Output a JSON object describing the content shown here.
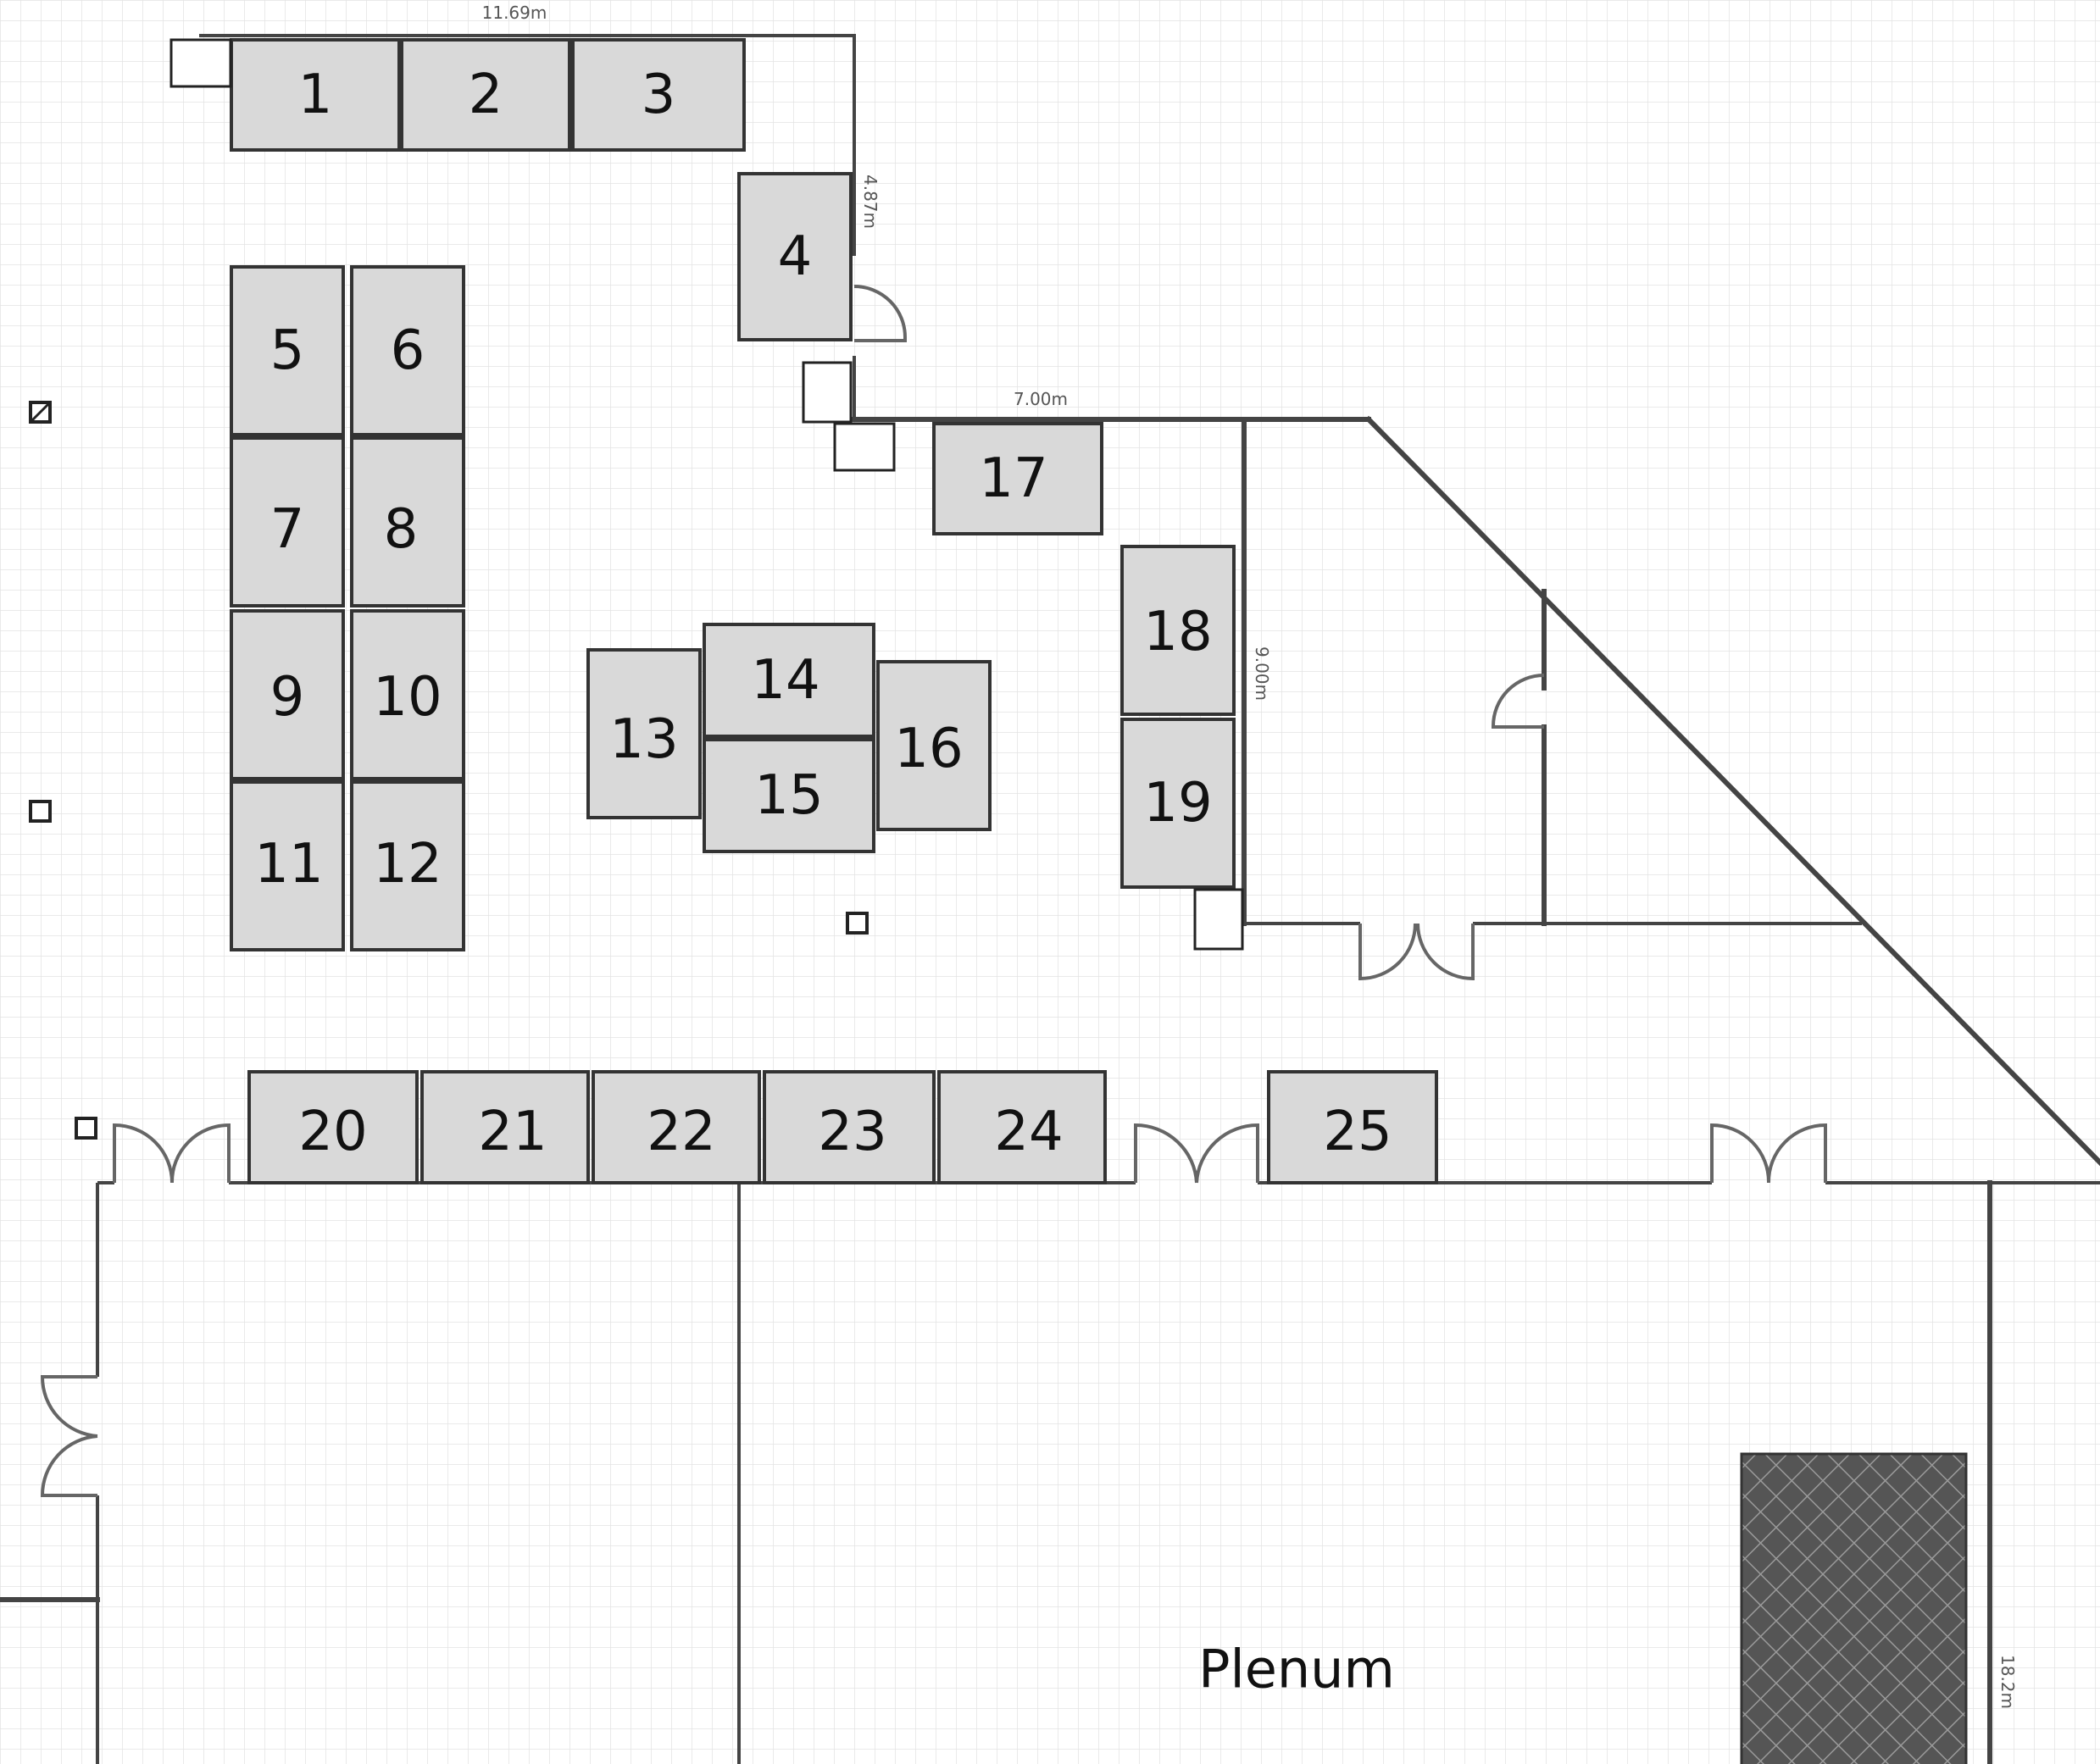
{
  "booths": [
    "1",
    "2",
    "3",
    "4",
    "5",
    "6",
    "7",
    "8",
    "9",
    "10",
    "11",
    "12",
    "13",
    "14",
    "15",
    "16",
    "17",
    "18",
    "19",
    "20",
    "21",
    "22",
    "23",
    "24",
    "25"
  ],
  "room_label": "Plenum",
  "dimensions": {
    "top_wall": "11.69m",
    "right_wall_upper": "4.87m",
    "middle_wall": "7.00m",
    "column_wall": "9.00m",
    "bottom_right": "18.2m"
  },
  "colors": {
    "booth_fill": "#d9d9d9",
    "wall": "#444444",
    "grid": "#e3e3e3",
    "stage": "#555555"
  }
}
